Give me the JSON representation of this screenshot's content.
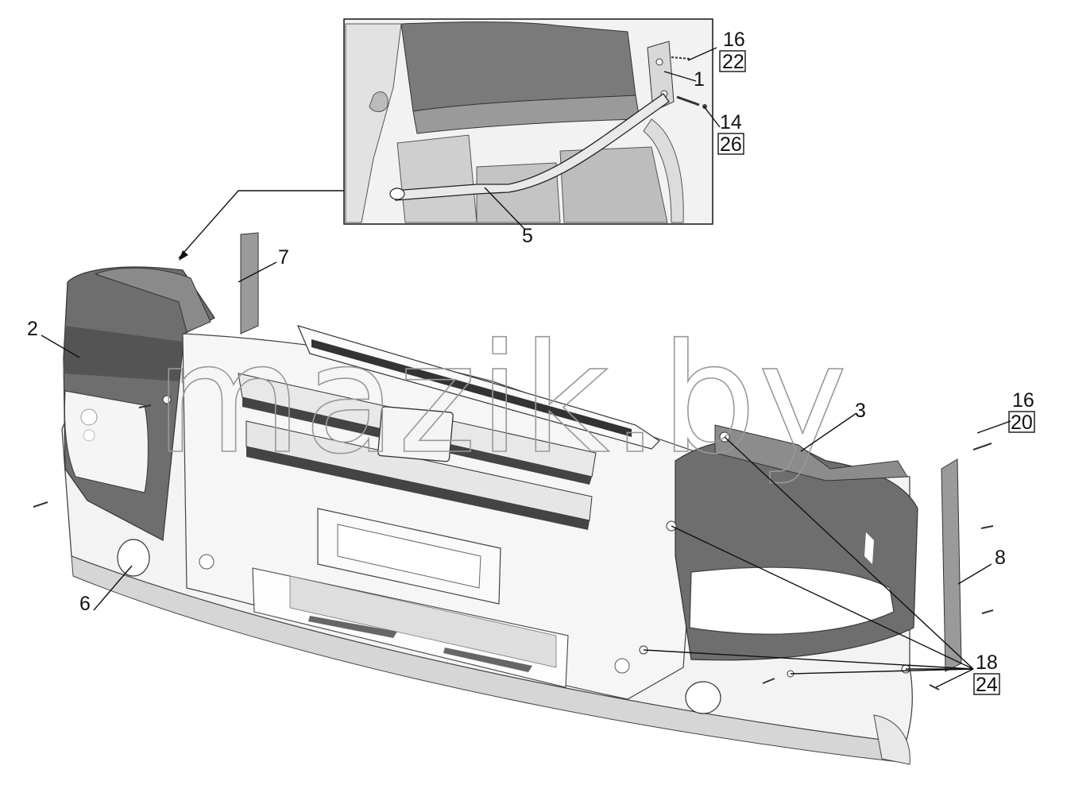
{
  "watermark": "mazik.by",
  "callouts": {
    "c1": "1",
    "c2": "2",
    "c3": "3",
    "c5": "5",
    "c6": "6",
    "c7": "7",
    "c8": "8",
    "c16a": "16",
    "c22": "22",
    "c14": "14",
    "c26": "26",
    "c16b": "16",
    "c20": "20",
    "c18": "18",
    "c24": "24"
  }
}
